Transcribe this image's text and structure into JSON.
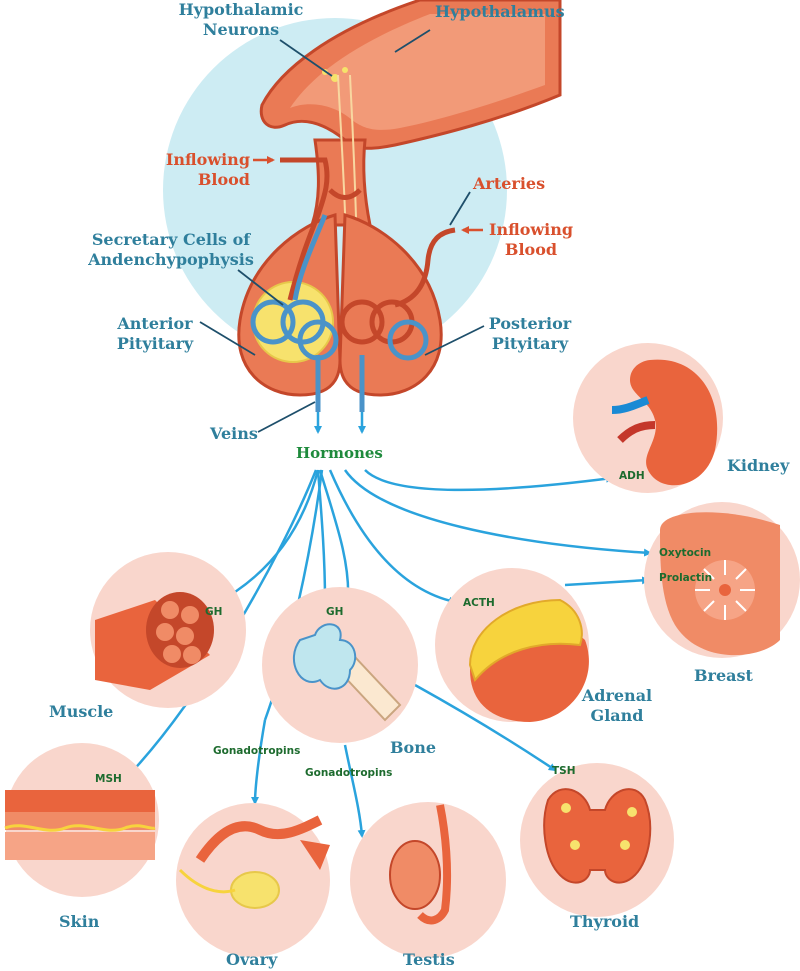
{
  "colors": {
    "label_blue": "#2f7f9c",
    "label_red": "#d9502d",
    "label_green": "#1e8a3c",
    "arrow_blue": "#2aa3dd",
    "organ_circle": "#f9d6cc",
    "gland_orange": "#f08b66",
    "bg_circle": "#cdecf3"
  },
  "labels": {
    "hypothalamic_neurons": "Hypothalamic\nNeurons",
    "hypothalamus": "Hypothalamus",
    "inflowing_blood_left": "Inflowing\nBlood",
    "arteries": "Arteries",
    "inflowing_blood_right": "Inflowing\nBlood",
    "secretary_cells": "Secretary Cells of\nAndenchypophysis",
    "anterior_pituitary": "Anterior\nPityitary",
    "posterior_pituitary": "Posterior\nPityitary",
    "veins": "Veins",
    "hormones": "Hormones",
    "kidney": "Kidney",
    "breast": "Breast",
    "muscle": "Muscle",
    "bone": "Bone",
    "adrenal_gland": "Adrenal\nGland",
    "skin": "Skin",
    "ovary": "Ovary",
    "testis": "Testis",
    "thyroid": "Thyroid"
  },
  "hormone_labels": {
    "adh": "ADH",
    "oxytocin": "Oxytocin",
    "prolactin": "Prolactin",
    "gh_muscle": "GH",
    "gh_bone": "GH",
    "acth": "ACTH",
    "msh": "MSH",
    "gonadotropins_ovary": "Gonadotropins",
    "gonadotropins_testis": "Gonadotropins",
    "tsh": "TSH"
  },
  "icons": [
    "pituitary-gland-icon",
    "kidney-icon",
    "breast-icon",
    "muscle-icon",
    "bone-icon",
    "adrenal-gland-icon",
    "skin-icon",
    "ovary-icon",
    "testis-icon",
    "thyroid-icon"
  ]
}
